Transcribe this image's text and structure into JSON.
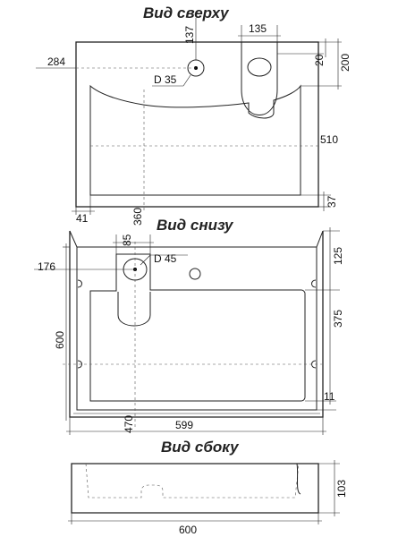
{
  "views": {
    "top": {
      "title": "Вид сверху"
    },
    "bottom": {
      "title": "Вид снизу"
    },
    "side": {
      "title": "Вид сбоку"
    }
  },
  "dims": {
    "top": {
      "d137": "137",
      "d135": "135",
      "d284": "284",
      "d20": "20",
      "d200": "200",
      "d35": "D 35",
      "d510": "510",
      "d37": "37",
      "d41": "41",
      "d360": "360"
    },
    "bottom": {
      "d85": "85",
      "d45": "D 45",
      "d176": "176",
      "d125": "125",
      "d375": "375",
      "d600": "600",
      "d11": "11",
      "d470": "470",
      "d599": "599"
    },
    "side": {
      "d103": "103",
      "d600": "600"
    }
  }
}
